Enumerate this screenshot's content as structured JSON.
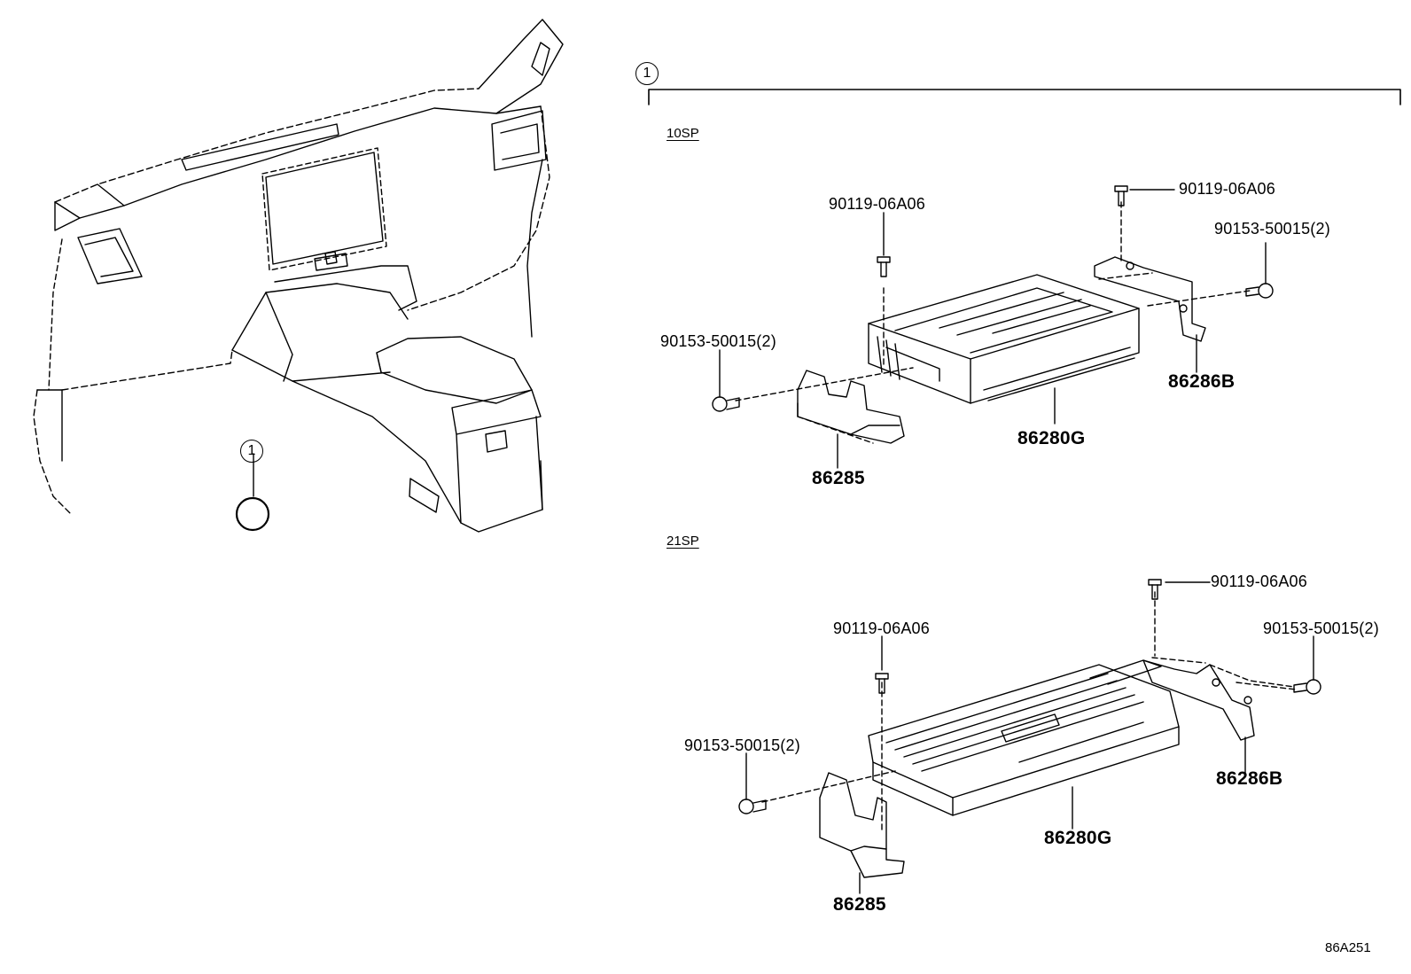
{
  "callouts": {
    "main": "1",
    "vehicle": "1"
  },
  "sections": {
    "upper": {
      "title": "10SP"
    },
    "lower": {
      "title": "21SP"
    }
  },
  "parts": {
    "upper": {
      "bolt_left": "90119-06A06",
      "bolt_right": "90119-06A06",
      "screw_left": "90153-50015(2)",
      "screw_right": "90153-50015(2)",
      "bracket_left": "86285",
      "bracket_right": "86286B",
      "amplifier": "86280G"
    },
    "lower": {
      "bolt_left": "90119-06A06",
      "bolt_right": "90119-06A06",
      "screw_left": "90153-50015(2)",
      "screw_right": "90153-50015(2)",
      "bracket_left": "86285",
      "bracket_right": "86286B",
      "amplifier": "86280G"
    }
  },
  "figure_code": "86A251"
}
